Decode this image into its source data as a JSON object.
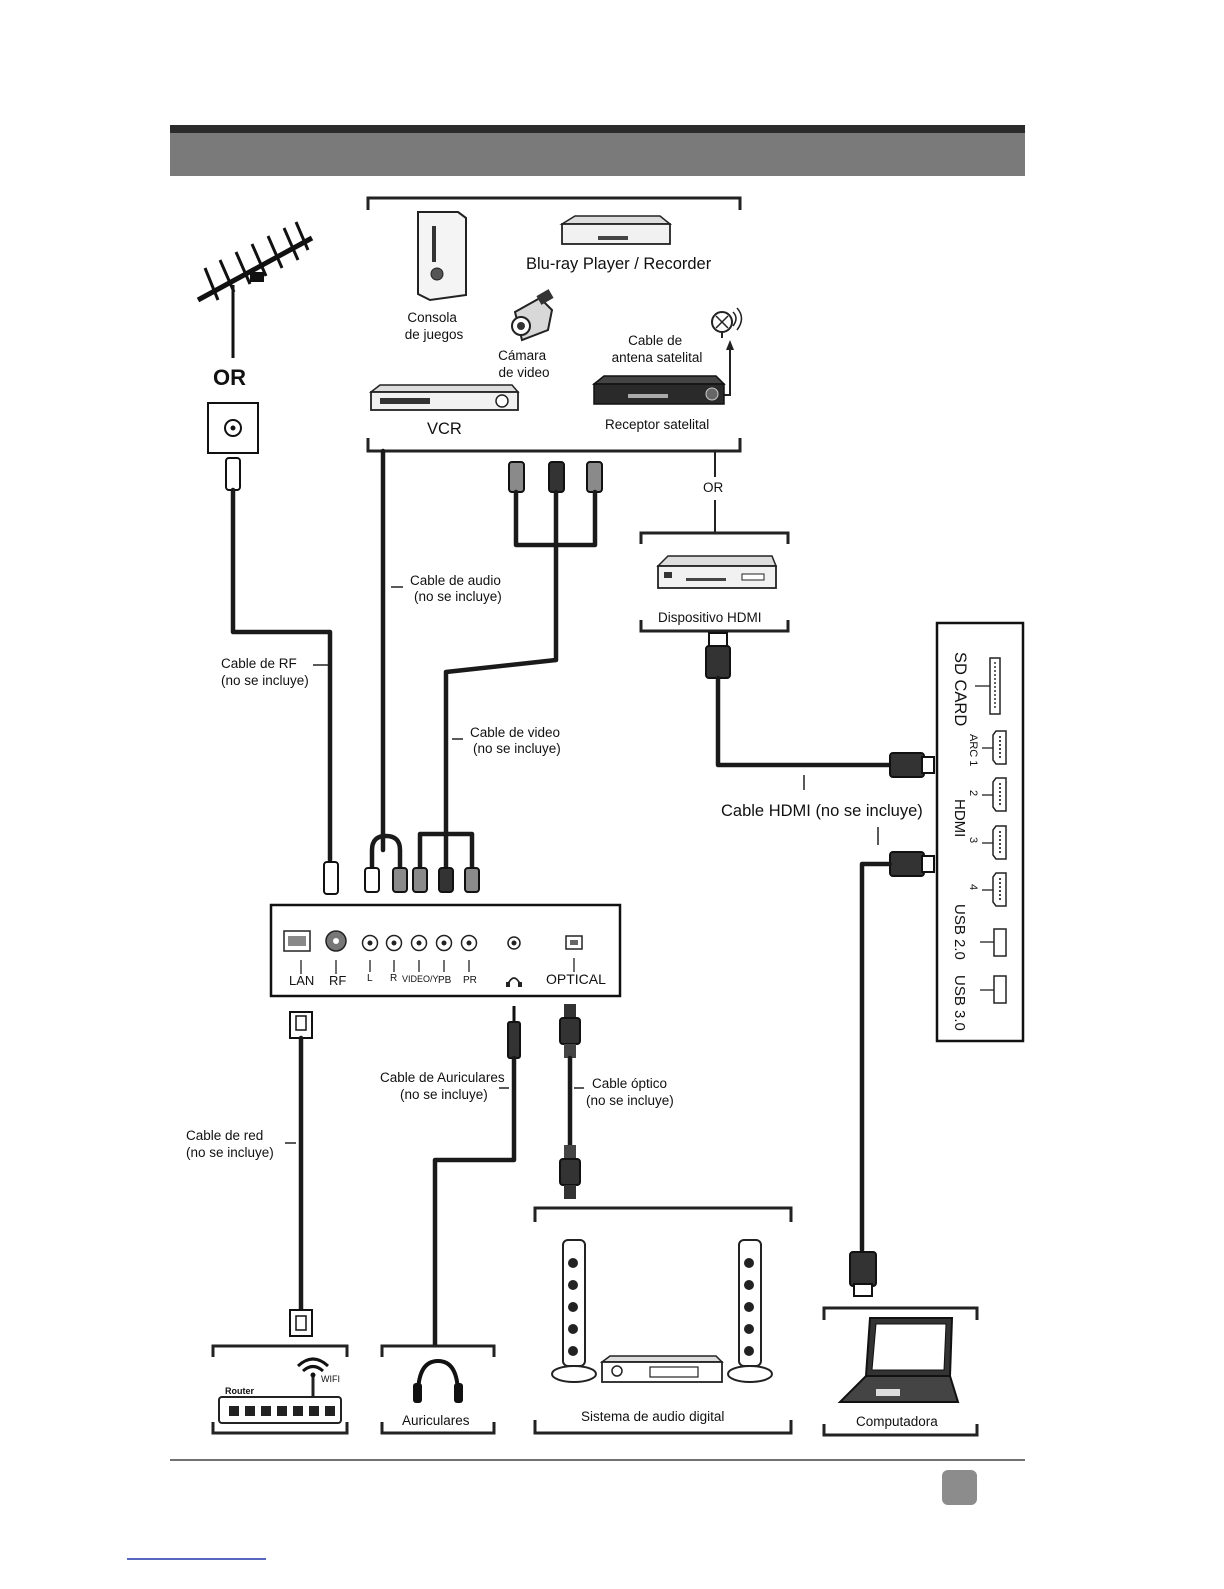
{
  "colors": {
    "header_bar": "#7a7a7a",
    "header_line": "#2b2b2b",
    "cable": "#1a1a1a",
    "page_badge": "#8c8c8c",
    "footnote_rule": "#2233aa"
  },
  "header": {
    "title": ""
  },
  "antenna": {
    "or_label": "OR",
    "icons": [
      "antenna-icon",
      "wall-outlet-icon"
    ]
  },
  "top_devices": {
    "game_console": "Consola\nde juegos",
    "bluray": "Blu-ray Player / Recorder",
    "camcorder": "Cámara\nde video",
    "satellite_cable": "Cable de\nantena satelital",
    "vcr": "VCR",
    "satellite_receiver": "Receptor satelital"
  },
  "or_hdmi": "OR",
  "hdmi_device": {
    "label": "Dispositivo HDMI"
  },
  "cables": {
    "audio": "Cable de audio\n(no se incluye)",
    "rf": "Cable de RF\n(no se incluye)",
    "video": "Cable de video\n(no se incluye)",
    "hdmi": "Cable HDMI (no se incluye)",
    "headphones": "Cable de Auriculares\n(no se incluye)",
    "optical": "Cable óptico\n(no se incluye)",
    "network": "Cable de red\n(no se incluye)"
  },
  "tv_panel_ports": {
    "lan": "LAN",
    "rf": "RF",
    "l": "L",
    "r": "R",
    "video_y": "VIDEO/Y",
    "pb": "PB",
    "pr": "PR",
    "optical": "OPTICAL"
  },
  "side_panel": {
    "sd_card": "SD CARD",
    "arc1": "ARC 1",
    "hdmi2": "2",
    "hdmi3": "3",
    "hdmi4": "4",
    "hdmi": "HDMI",
    "usb2": "USB 2.0",
    "usb3": "USB 3.0"
  },
  "bottom_devices": {
    "router": "Router",
    "wifi": "WIFI",
    "headphones": "Auriculares",
    "audio_system": "Sistema de audio digital",
    "computer": "Computadora"
  },
  "page_number": ""
}
